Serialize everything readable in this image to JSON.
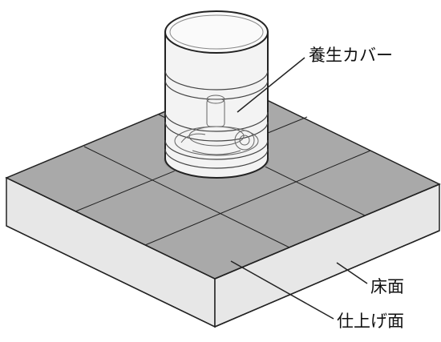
{
  "labels": {
    "cover": "養生カバー",
    "floor": "床面",
    "finish": "仕上げ面"
  },
  "colors": {
    "tile": "#a9a9a9",
    "side": "#e7e7e7",
    "line": "#222222",
    "cover_fill": "#f2f2f2"
  }
}
